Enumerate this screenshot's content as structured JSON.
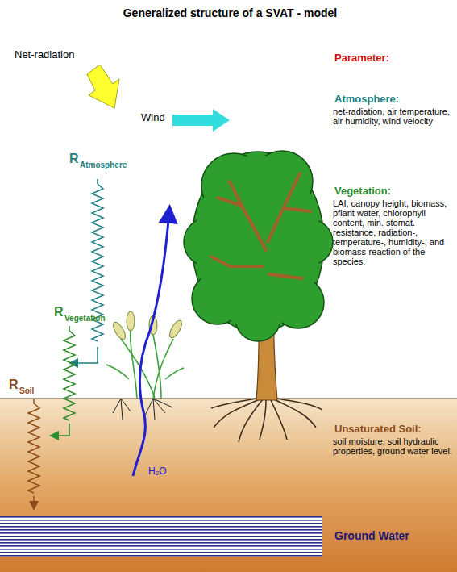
{
  "diagram": {
    "title": "Generalized structure of a SVAT - model",
    "nodes": [
      {
        "text": [
          "Unsaturated Soil:",
          "soil moisture, soil hydraulic properties, ground water level."
        ]
      },
      {
        "text": [
          "Ground Water"
        ],
        "in": 0
      }
    ],
    "labels": [
      "Net-radiation",
      "Wind",
      "R",
      "Atmosphere",
      "R",
      "Vegetation",
      "R",
      "Soil",
      "H₂O",
      "Parameter:",
      "Atmosphere:",
      "net-radiation, air temperature, air humidity, wind velocity",
      "Vegetation:",
      "LAI, canopy height, biomass, pflant water, chlorophyll content, min. stomat. resistance, radiation-, temperature-, humidity-, and biomass-reaction of the species."
    ]
  }
}
